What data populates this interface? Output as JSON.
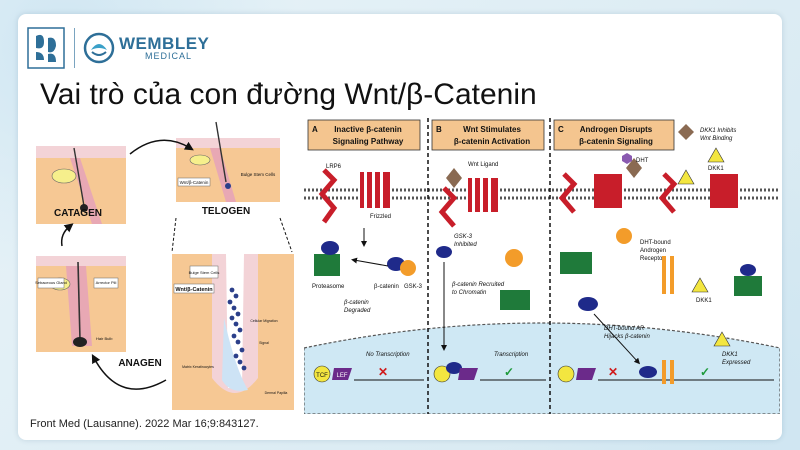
{
  "logo": {
    "name": "WEMBLEY",
    "sub": "MEDICAL"
  },
  "title": "Vai trò của con đường Wnt/β-Catenin",
  "citation": "Front Med (Lausanne). 2022 Mar 16;9:843127.",
  "hair_cycle": {
    "catagen": "CATAGEN",
    "telogen": "TELOGEN",
    "anagen": "ANAGEN",
    "wnt_catenin": "Wnt/β-Catenin",
    "wnt_small": "Wnt/β-Catenin",
    "bulge": "Bulge Stem Cells",
    "bulge_large": "Bulge Stem Cells",
    "sebaceous": "Sebaceous Gland",
    "arrector": "Arrector Pili",
    "hair_bulb": "Hair Bulb",
    "cellular_migration": "Cellular Migration",
    "signal": "Signal",
    "matrix": "Matrix Keratinocytes",
    "dermal_papilla": "Dermal Papilla"
  },
  "panels": {
    "a": {
      "letter": "A",
      "title1": "Inactive β-catenin",
      "title2": "Signaling Pathway",
      "lrp6": "LRP6",
      "frizzled": "Frizzled",
      "proteasome": "Proteasome",
      "bcatenin": "β-catenin",
      "gsk3": "GSK-3",
      "degraded1": "β-catenin",
      "degraded2": "Degraded",
      "tcf": "TCF",
      "lef": "LEF",
      "no_transcription": "No Transcription"
    },
    "b": {
      "letter": "B",
      "title1": "Wnt Stimulates",
      "title2": "β-catenin Activation",
      "wnt_ligand": "Wnt Ligand",
      "gsk_inhibited1": "GSK-3",
      "gsk_inhibited2": "Inhibited",
      "recruited1": "β-catenin Recruited",
      "recruited2": "to Chromatin",
      "transcription": "Transcription"
    },
    "c": {
      "letter": "C",
      "title1": "Androgen Disrupts",
      "title2": "β-catenin Signaling",
      "dht": "DHT",
      "dkk1_inhibits1": "DKK1 Inhibits",
      "dkk1_inhibits2": "Wnt Binding",
      "dkk1_top": "DKK1",
      "dht_bound1": "DHT-bound",
      "dht_bound2": "Androgen",
      "dht_bound3": "Receptor",
      "dkk1_mid": "DKK1",
      "hijacks1": "DHT-bound AR",
      "hijacks2": "Hijacks β-catenin",
      "dkk1_expr1": "DKK1",
      "dkk1_expr2": "Expressed"
    }
  }
}
